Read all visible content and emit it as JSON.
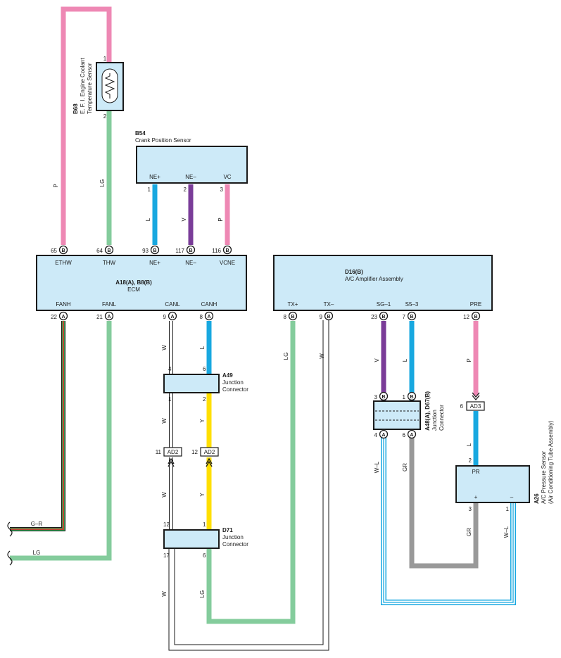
{
  "colors": {
    "pink": "#ee88b4",
    "lightgreen": "#84cc9c",
    "blue": "#18a8e0",
    "violet": "#7a3c98",
    "yellow": "#ffdf00",
    "gray": "#999999",
    "red": "#e62c2c",
    "green": "#32a050",
    "box_fill": "#cdeaf8",
    "stroke": "#1a1a1a"
  },
  "components": {
    "b68": {
      "code": "B68",
      "name1": "E. F. I. Engine Coolant",
      "name2": "Temperature Sensor",
      "pin1": "1",
      "pin2": "2"
    },
    "b54": {
      "code": "B54",
      "name": "Crank Position Sensor",
      "pins": [
        "NE+",
        "NE–",
        "VC"
      ],
      "pin_nums": [
        "1",
        "2",
        "3"
      ]
    },
    "ecm": {
      "code": "A18(A), B8(B)",
      "name": "ECM",
      "top_pins": [
        {
          "num": "65",
          "conn": "B",
          "label": "ETHW"
        },
        {
          "num": "64",
          "conn": "B",
          "label": "THW"
        },
        {
          "num": "93",
          "conn": "B",
          "label": "NE+"
        },
        {
          "num": "117",
          "conn": "B",
          "label": "NE–"
        },
        {
          "num": "116",
          "conn": "B",
          "label": "VCNE"
        }
      ],
      "bottom_pins": [
        {
          "num": "22",
          "conn": "A",
          "label": "FANH"
        },
        {
          "num": "21",
          "conn": "A",
          "label": "FANL"
        },
        {
          "num": "9",
          "conn": "A",
          "label": "CANL"
        },
        {
          "num": "8",
          "conn": "A",
          "label": "CANH"
        }
      ]
    },
    "d16": {
      "code": "D16(B)",
      "name": "A/C Amplifier Assembly",
      "bottom_pins": [
        {
          "num": "8",
          "conn": "B",
          "label": "TX+"
        },
        {
          "num": "9",
          "conn": "B",
          "label": "TX–"
        },
        {
          "num": "23",
          "conn": "B",
          "label": "SG–1"
        },
        {
          "num": "7",
          "conn": "B",
          "label": "S5–3"
        },
        {
          "num": "12",
          "conn": "B",
          "label": "PRE"
        }
      ]
    },
    "a49": {
      "code": "A49",
      "name1": "Junction",
      "name2": "Connector",
      "pins_top": [
        "4",
        "6"
      ],
      "pins_bottom": [
        "1",
        "2"
      ]
    },
    "d71": {
      "code": "D71",
      "name1": "Junction",
      "name2": "Connector",
      "pins_top": [
        "12",
        "1"
      ],
      "pins_bottom": [
        "17",
        "6"
      ]
    },
    "a48": {
      "code": "A48(A), D67(B)",
      "name1": "Junction",
      "name2": "Connector",
      "top_pins": [
        {
          "num": "3",
          "conn": "B"
        },
        {
          "num": "1",
          "conn": "B"
        }
      ],
      "bottom_pins": [
        {
          "num": "4",
          "conn": "A"
        },
        {
          "num": "6",
          "conn": "A"
        }
      ]
    },
    "a26": {
      "code": "A26",
      "name1": "A/C Pressure Sensor",
      "name2": "(Air Conditioning Tube Assembly)",
      "label_pr": "PR",
      "label_plus": "+",
      "label_minus": "–",
      "pin_pr": "2",
      "pin_plus": "3",
      "pin_minus": "1"
    },
    "ad2_left": {
      "label": "AD2",
      "pin": "11"
    },
    "ad2_right": {
      "label": "AD2",
      "pin": "12"
    },
    "ad3": {
      "label": "AD3",
      "pin": "6"
    }
  },
  "wires": {
    "p_ethw": "P",
    "lg_thw": "LG",
    "l_ne_plus": "L",
    "v_ne_minus": "V",
    "p_vc": "P",
    "w_canl_top": "W",
    "l_canh_top": "L",
    "w_canl_mid": "W",
    "y_canh_mid": "Y",
    "w_canl_low": "W",
    "y_canh_low": "Y",
    "w_canl_bottom": "W",
    "lg_canh_bottom": "LG",
    "lg_tx_plus": "LG",
    "w_tx_minus": "W",
    "v_sg1": "V",
    "l_s53": "L",
    "p_pre": "P",
    "l_pr": "L",
    "wl_a48_4": "W–L",
    "gr_a48_6": "GR",
    "gr_sensor": "GR",
    "wl_sensor": "W–L",
    "gr_left_out": "G–R",
    "lg_left_out": "LG"
  }
}
